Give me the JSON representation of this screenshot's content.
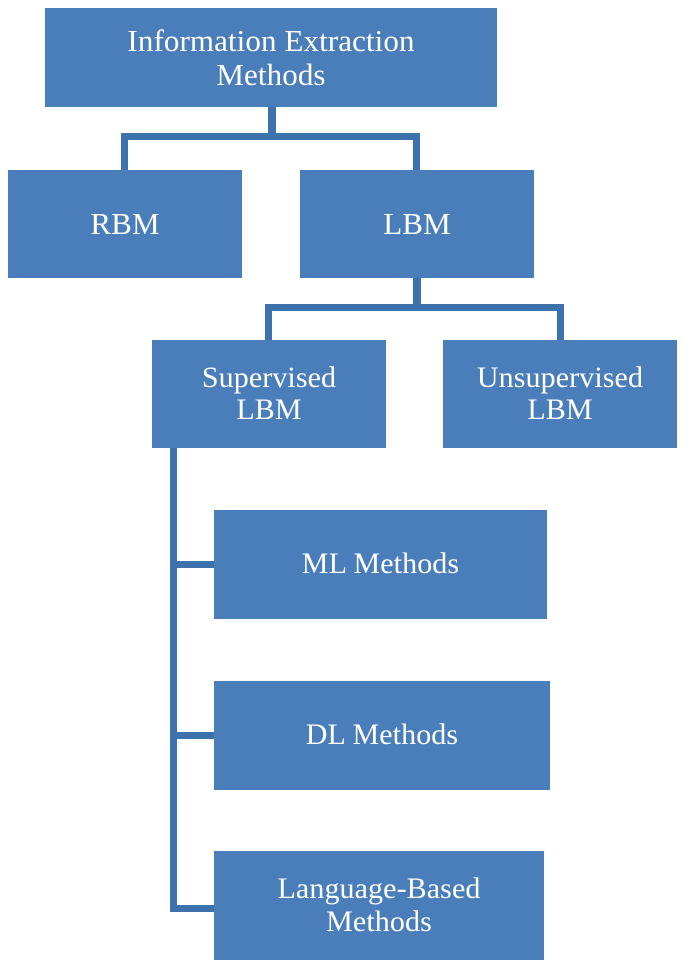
{
  "diagram": {
    "title": "Information Extraction Methods",
    "type": "tree-hierarchy",
    "colors": {
      "node_fill": "#4a7ebb",
      "node_text": "#ffffff",
      "connector": "#3e72ad",
      "background": "#ffffff"
    },
    "nodes": {
      "root": {
        "label": "Information Extraction\nMethods",
        "level": 0
      },
      "rbm": {
        "label": "RBM",
        "level": 1
      },
      "lbm": {
        "label": "LBM",
        "level": 1
      },
      "supervised_lbm": {
        "label": "Supervised\nLBM",
        "level": 2
      },
      "unsupervised_lbm": {
        "label": "Unsupervised\nLBM",
        "level": 2
      },
      "ml_methods": {
        "label": "ML Methods",
        "level": 3
      },
      "dl_methods": {
        "label": "DL Methods",
        "level": 3
      },
      "language_based_methods": {
        "label": "Language-Based\nMethods",
        "level": 3
      }
    },
    "edges": [
      {
        "from": "root",
        "to": "rbm"
      },
      {
        "from": "root",
        "to": "lbm"
      },
      {
        "from": "lbm",
        "to": "supervised_lbm"
      },
      {
        "from": "lbm",
        "to": "unsupervised_lbm"
      },
      {
        "from": "supervised_lbm",
        "to": "ml_methods"
      },
      {
        "from": "supervised_lbm",
        "to": "dl_methods"
      },
      {
        "from": "supervised_lbm",
        "to": "language_based_methods"
      }
    ]
  }
}
